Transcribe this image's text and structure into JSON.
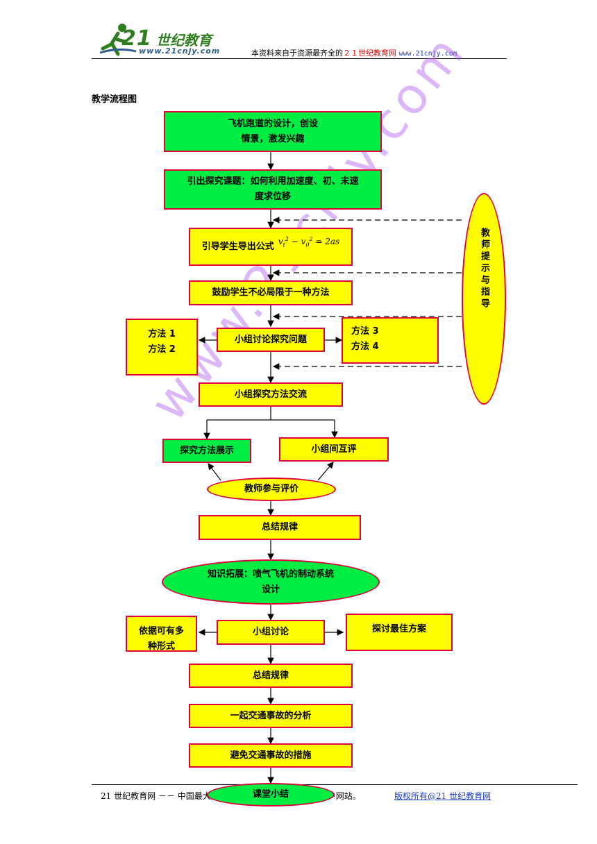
{
  "header": {
    "logo_mark": "21",
    "logo_name": "世纪教育",
    "logo_url": "www.21cnjy.com",
    "notice_prefix": "本资料来自于资源最齐全的",
    "notice_site": "２１世纪教育网",
    "notice_url": "www.21cnjy.com"
  },
  "section_title": "教学流程图",
  "flow": {
    "b1": "飞机跑道的设计，创设\n情景，激发兴趣",
    "b2": "引出探究课题：如何利用加速度、初、末速\n度求位移",
    "b3_text": "引导学生导出公式",
    "b4": "鼓励学生不必局限于一种方法",
    "b5": "小组讨论探究问题",
    "left_methods": "方法 1\n方法 2",
    "right_methods": "方法 3\n方法 4",
    "b6": "小组探究方法交流",
    "b7a": "探究方法展示",
    "b7b": "小组间互评",
    "e1": "教师参与评价",
    "b8": "总结规律",
    "e2": "知识拓展：喷气飞机的制动系统\n设计",
    "b9": "小组讨论",
    "left2": "依据可有多\n种形式",
    "right2": "探讨最佳方案",
    "b10": "总结规律",
    "b11": "一起交通事故的分析",
    "b12": "避免交通事故的措施",
    "e3": "课堂小结",
    "side": "教师提示与指导"
  },
  "watermark": "www.21cnjy.com",
  "footer": {
    "left": "21 世纪教育网 －－ 中国最大型、最专业的中小学教育资源门户网站。",
    "right": "版权所有@21 世纪教育网"
  },
  "colors": {
    "green": "#00ee44",
    "yellow": "#ffff00",
    "border": "#e0003a",
    "link": "#1a3cc8"
  }
}
